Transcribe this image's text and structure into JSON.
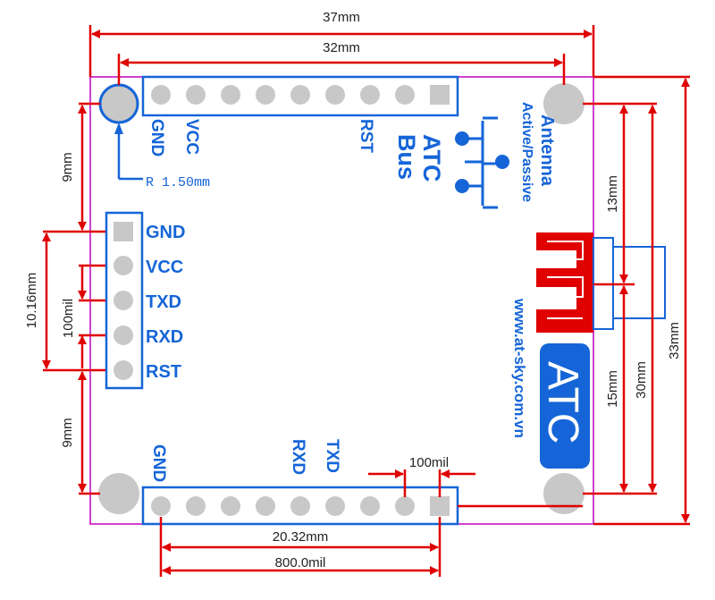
{
  "colors": {
    "dimension": "#e00000",
    "outline": "#c000c0",
    "silk": "#1565d8",
    "pad": "#c8c8c8",
    "antenna": "#e00000",
    "text": "#222222",
    "white": "#ffffff"
  },
  "dimensions": {
    "width_outer": "37mm",
    "header_span": "32mm",
    "hole_radius": "R 1.50mm",
    "top_to_header": "9mm",
    "header_pitch_mm": "10.16mm",
    "header_pitch_mil": "100mil",
    "bottom_to_header": "9mm",
    "antenna_offset": "13mm",
    "antenna_to_bottom": "15mm",
    "hole_spacing": "30mm",
    "height_outer": "33mm",
    "pin_pitch": "100mil",
    "bottom_span_mm": "20.32mm",
    "bottom_span_mil": "800.0mil"
  },
  "top_header": {
    "gnd": "GND",
    "vcc": "VCC",
    "rst": "RST"
  },
  "side_header": {
    "pins": [
      "GND",
      "VCC",
      "TXD",
      "RXD",
      "RST"
    ]
  },
  "bottom_header": {
    "gnd": "GND",
    "rxd": "RXD",
    "txd": "TXD"
  },
  "bus": {
    "line1": "ATC",
    "line2": "Bus"
  },
  "antenna": {
    "title": "Antenna",
    "subtitle": "Active/Passive"
  },
  "website": "www.at-sky.com.vn",
  "logo": "ATC"
}
